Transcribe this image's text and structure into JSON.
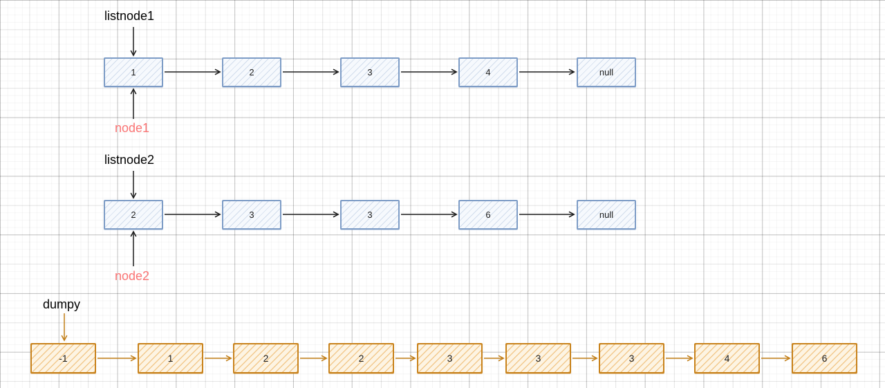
{
  "list1": {
    "title": "listnode1",
    "pointer": "node1",
    "nodes": [
      "1",
      "2",
      "3",
      "4",
      "null"
    ]
  },
  "list2": {
    "title": "listnode2",
    "pointer": "node2",
    "nodes": [
      "2",
      "3",
      "3",
      "6",
      "null"
    ]
  },
  "merged": {
    "pointer": "dumpy",
    "nodes": [
      "-1",
      "1",
      "2",
      "2",
      "3",
      "3",
      "3",
      "4",
      "6"
    ]
  },
  "colors": {
    "blue_node_border": "#7d9cc6",
    "orange_node_border": "#c8821b",
    "pointer_label_red": "#fa7474",
    "arrow_black": "#1c1c1c",
    "arrow_orange": "#c17d15"
  }
}
